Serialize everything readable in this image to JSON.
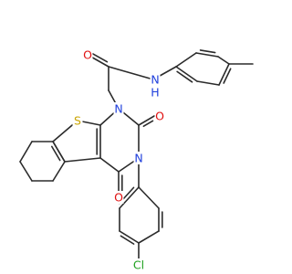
{
  "molecule": {
    "atoms": [
      {
        "id": "S1",
        "text": "S",
        "color": "#c9a400"
      },
      {
        "id": "N1",
        "text": "N",
        "color": "#1f3fdc"
      },
      {
        "id": "N3",
        "text": "N",
        "color": "#1f3fdc"
      },
      {
        "id": "O2",
        "text": "O",
        "color": "#e01010"
      },
      {
        "id": "O4",
        "text": "O",
        "color": "#e01010"
      },
      {
        "id": "O_amide",
        "text": "O",
        "color": "#e01010"
      },
      {
        "id": "N_amide",
        "text": "N",
        "color": "#1f3fdc"
      },
      {
        "id": "H_amide",
        "text": "H",
        "color": "#1f3fdc"
      },
      {
        "id": "Cl",
        "text": "Cl",
        "color": "#1ea01e"
      }
    ]
  }
}
